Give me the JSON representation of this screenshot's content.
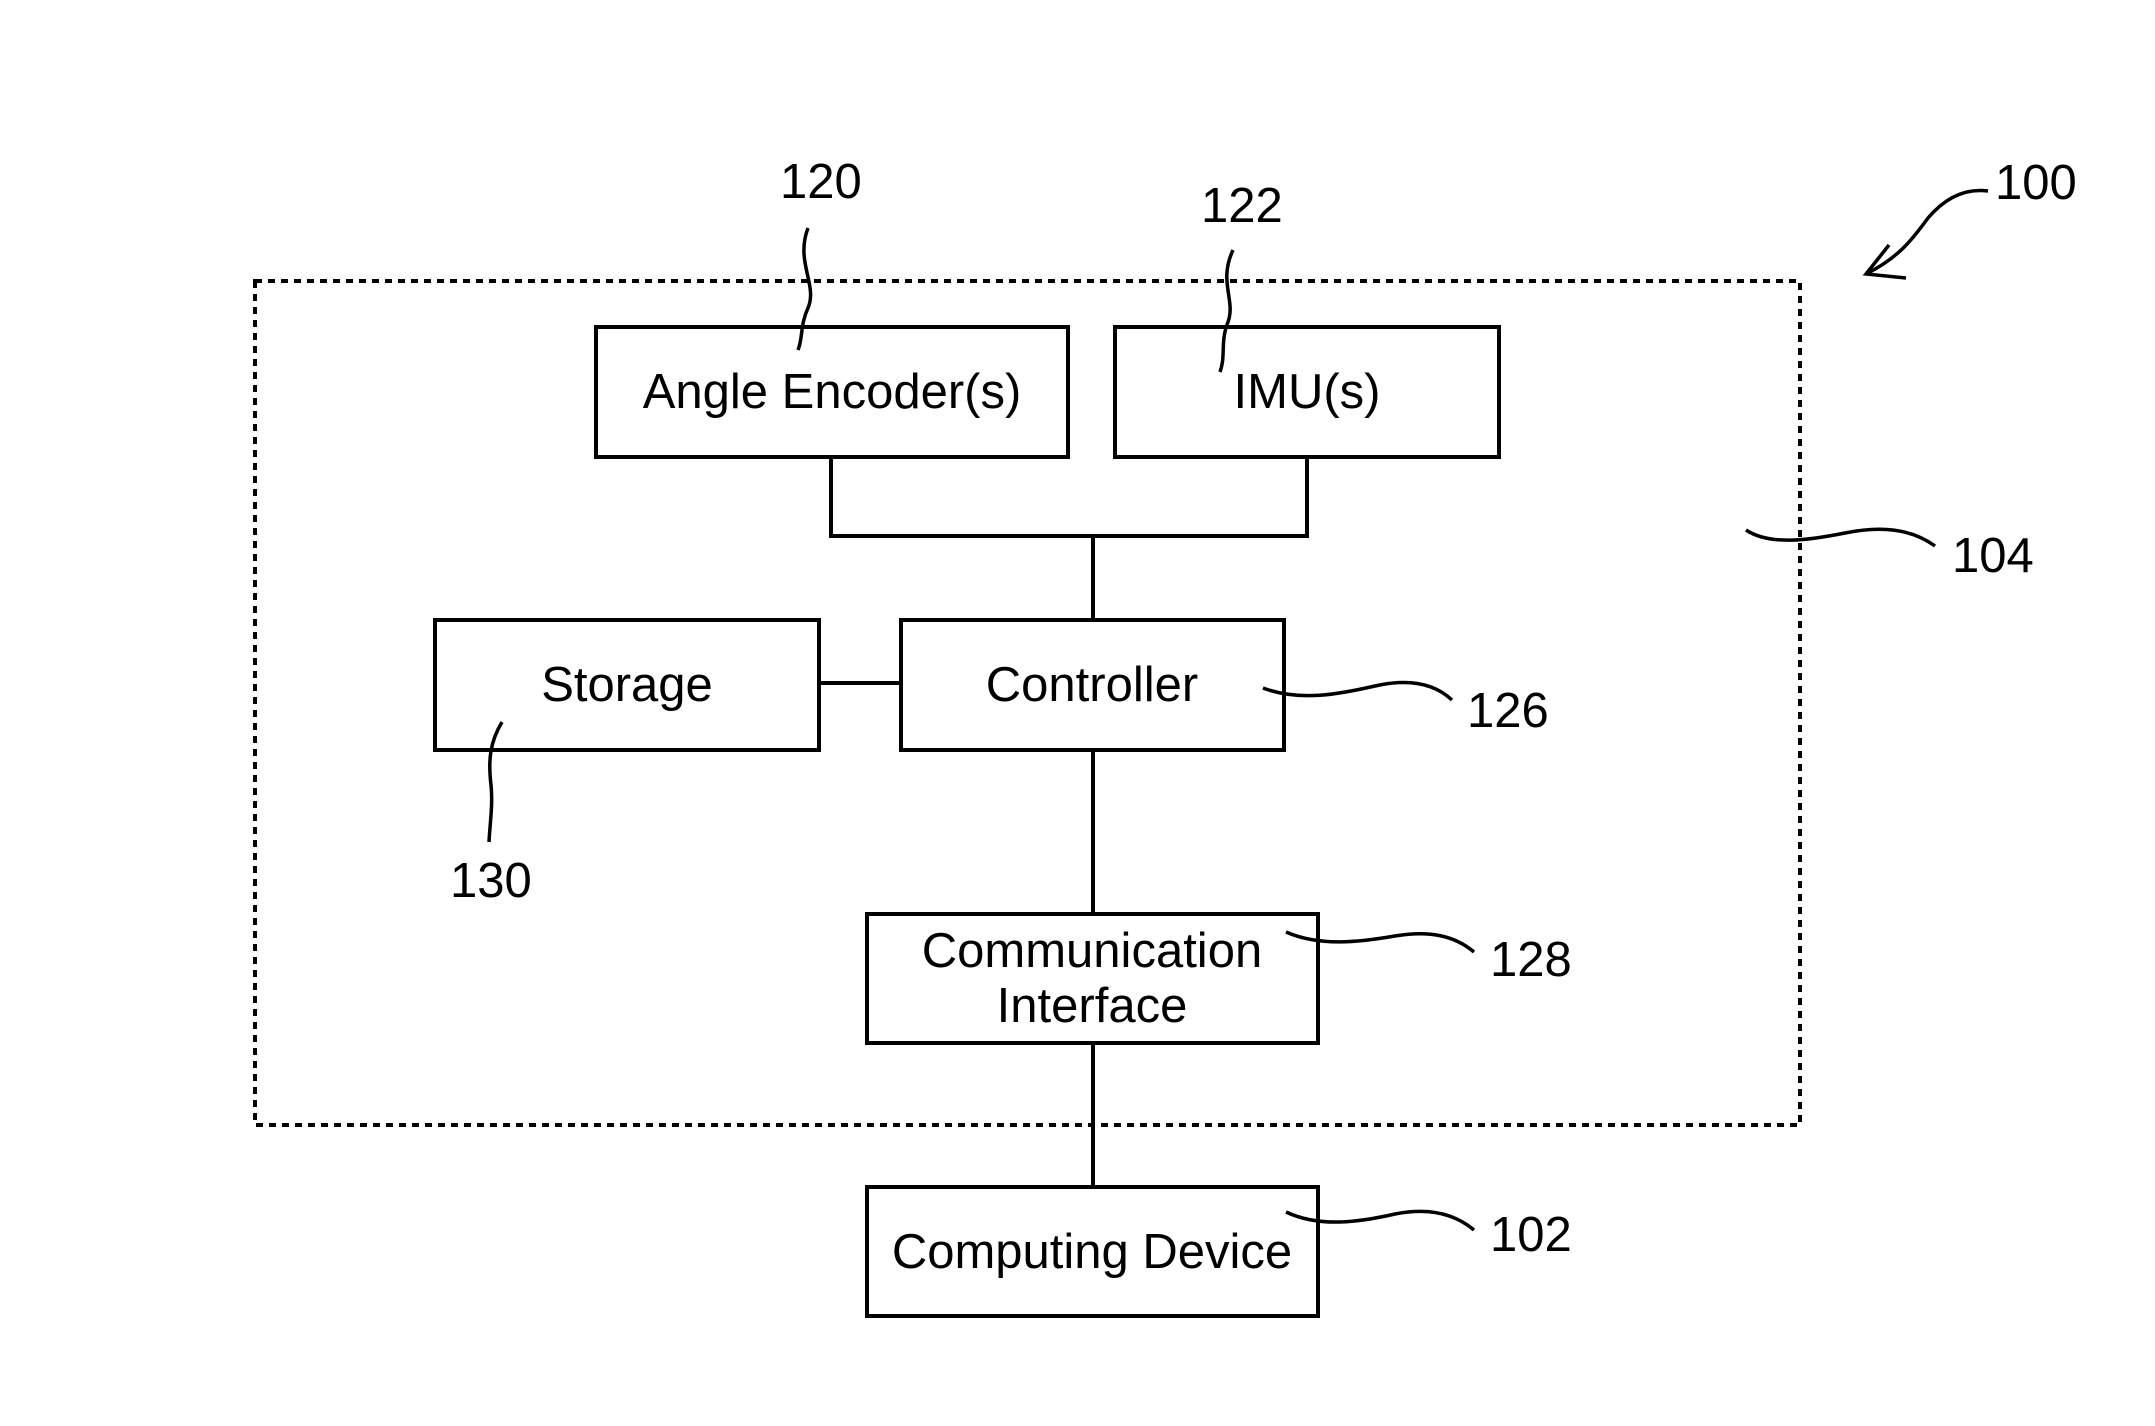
{
  "figure": {
    "reference": "100"
  },
  "enclosure": {
    "reference": "104"
  },
  "blocks": {
    "angle_encoder": {
      "label": "Angle Encoder(s)",
      "reference": "120"
    },
    "imu": {
      "label": "IMU(s)",
      "reference": "122"
    },
    "storage": {
      "label": "Storage",
      "reference": "130"
    },
    "controller": {
      "label": "Controller",
      "reference": "126"
    },
    "communication_interface": {
      "label_line1": "Communication",
      "label_line2": "Interface",
      "reference": "128"
    },
    "computing_device": {
      "label": "Computing Device",
      "reference": "102"
    }
  }
}
